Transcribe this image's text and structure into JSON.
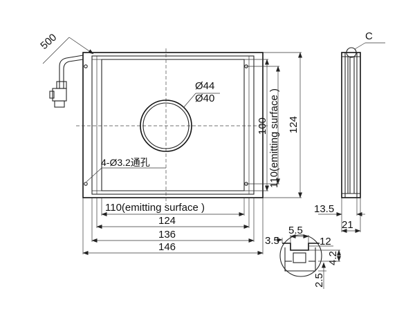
{
  "labels": {
    "cable_length": "500",
    "outer_diameter": "Ø44",
    "inner_diameter": "Ø40",
    "hole_note": "4-Ø3.2通孔",
    "emitting_width": "110(emitting surface )",
    "width_124": "124",
    "width_136": "136",
    "width_146": "146",
    "height_100": "100",
    "emitting_height": "110(emitting surface )",
    "height_124": "124",
    "detail_callout": "C",
    "thickness_13_5": "13.5",
    "thickness_21": "21",
    "detail_3_5": "3.5",
    "detail_5_5": "5.5",
    "detail_12": "12",
    "detail_4_2": "4.2",
    "detail_2_5": "2.5"
  }
}
